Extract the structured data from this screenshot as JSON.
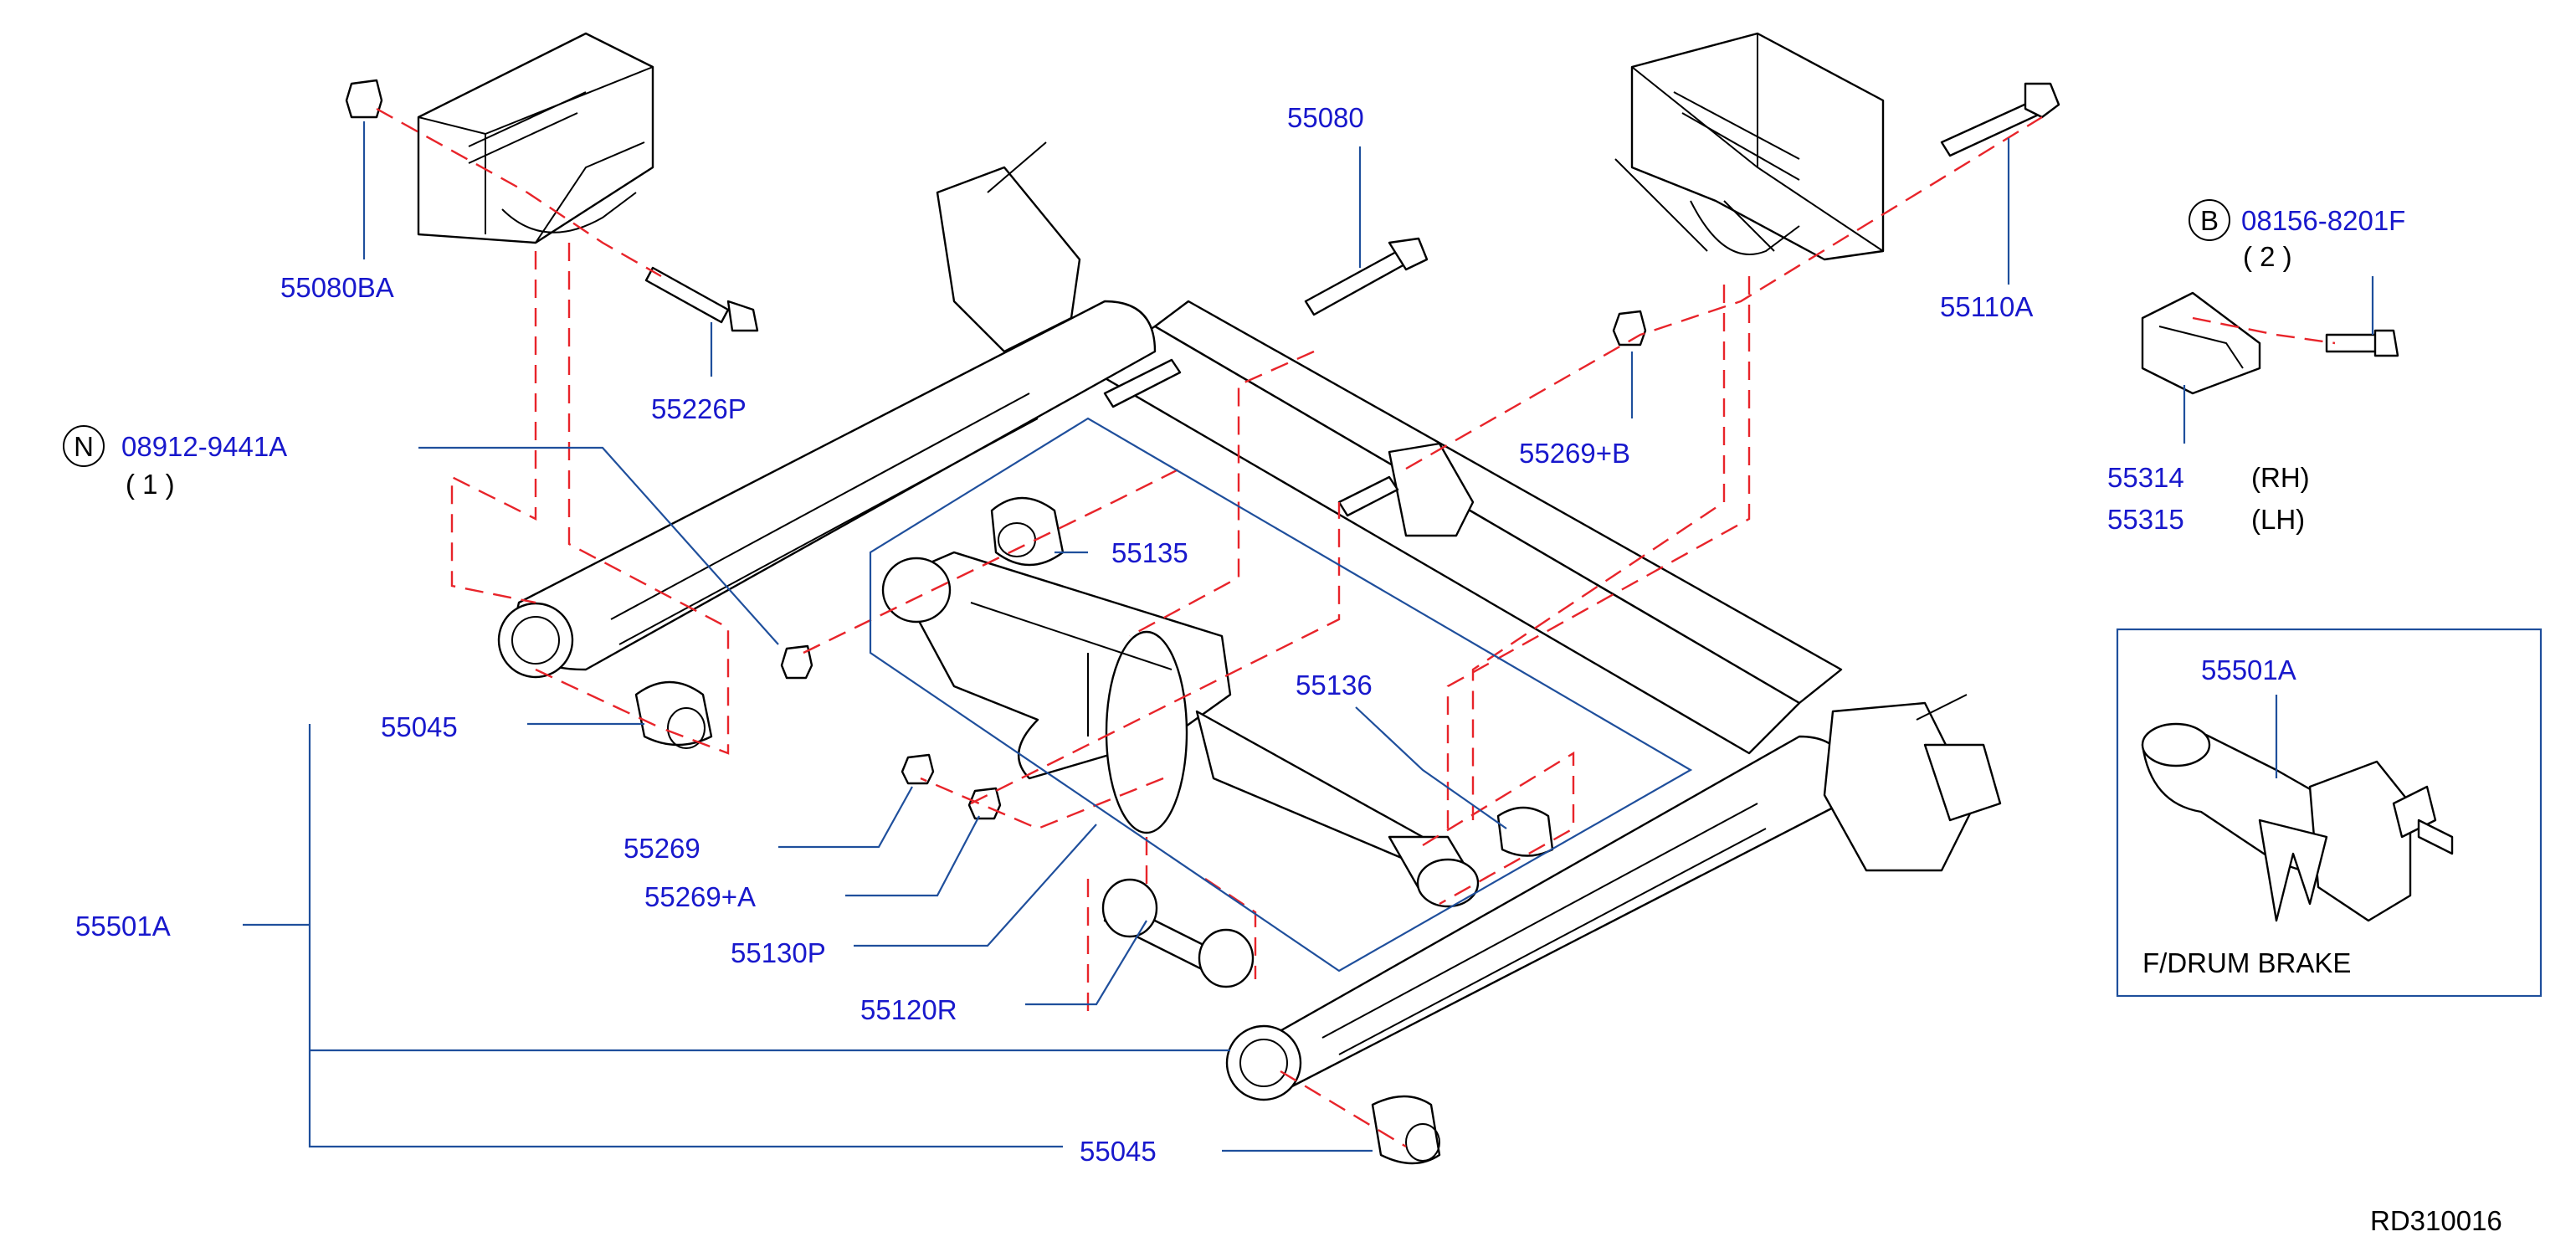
{
  "colors": {
    "label": "#1818cc",
    "leader": "#1f4f9c",
    "dash": "#e8242a",
    "line": "#000000"
  },
  "labels": {
    "p55080BA": "55080BA",
    "p55226P": "55226P",
    "p08912": "08912-9441A",
    "p08912_qty": "( 1 )",
    "p08912_prefix": "N",
    "p55080": "55080",
    "p55135": "55135",
    "p55136": "55136",
    "p55045_top": "55045",
    "p55269": "55269",
    "p55269A": "55269+A",
    "p55130P": "55130P",
    "p55120R": "55120R",
    "p55501A_left": "55501A",
    "p55045_bottom": "55045",
    "p55269B": "55269+B",
    "p55110A": "55110A",
    "p08156": "08156-8201F",
    "p08156_qty": "( 2 )",
    "p08156_prefix": "B",
    "p55314": "55314",
    "p55314_side": "(RH)",
    "p55315": "55315",
    "p55315_side": "(LH)",
    "p55501A_inset": "55501A",
    "inset_caption": "F/DRUM  BRAKE",
    "code": "RD310016"
  }
}
